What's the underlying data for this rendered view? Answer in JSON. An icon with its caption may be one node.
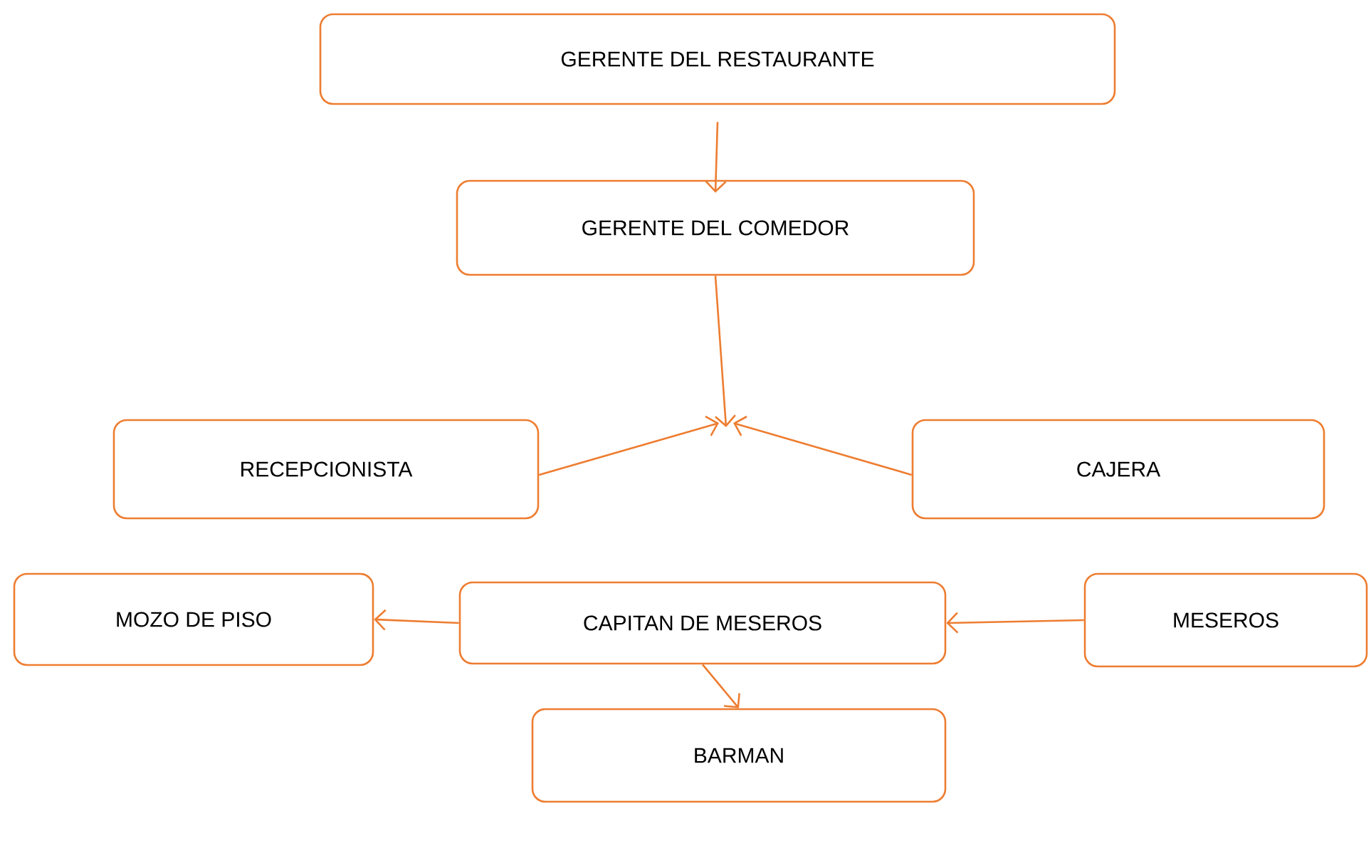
{
  "diagram": {
    "nodes": [
      {
        "text": [
          "GERENTE DEL RESTAURANTE"
        ]
      },
      {
        "text": [
          "GERENTE DEL COMEDOR"
        ]
      },
      {
        "text": [
          "RECEPCIONISTA"
        ]
      },
      {
        "text": [
          "CAJERA"
        ]
      },
      {
        "text": [
          "MOZO DE PISO"
        ]
      },
      {
        "text": [
          "CAPITAN DE MESEROS"
        ]
      },
      {
        "text": [
          "MESEROS"
        ]
      },
      {
        "text": [
          "BARMAN"
        ]
      }
    ],
    "edges": [
      {
        "from": 0,
        "to": 1,
        "arrow": "to"
      },
      {
        "from": 1,
        "to": null,
        "arrow": "to"
      },
      {
        "from": 2,
        "to": null,
        "arrow": "to"
      },
      {
        "from": 3,
        "to": null,
        "arrow": "to"
      },
      {
        "from": 5,
        "to": 4,
        "arrow": "to"
      },
      {
        "from": 6,
        "to": 5,
        "arrow": "to"
      },
      {
        "from": 5,
        "to": 7,
        "arrow": "to"
      }
    ]
  }
}
